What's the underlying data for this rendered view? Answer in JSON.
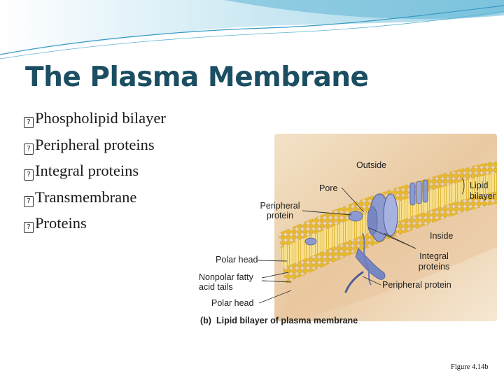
{
  "slide": {
    "title": "The Plasma Membrane",
    "bullets": [
      {
        "marker": "?",
        "text": "Phospholipid bilayer"
      },
      {
        "marker": "?",
        "text": "Peripheral proteins"
      },
      {
        "marker": "?",
        "text": "Integral proteins"
      },
      {
        "marker": "?",
        "text": "Transmembrane"
      },
      {
        "marker": "?",
        "text": "Proteins"
      }
    ],
    "figure_ref": "Figure 4.14b"
  },
  "figure": {
    "labels": {
      "outside": "Outside",
      "pore": "Pore",
      "lipid_bilayer_1": "Lipid",
      "lipid_bilayer_2": "bilayer",
      "peripheral_protein_1": "Peripheral",
      "peripheral_protein_2": "protein",
      "inside": "Inside",
      "polar_head_top": "Polar head",
      "integral_proteins_1": "Integral",
      "integral_proteins_2": "proteins",
      "nonpolar_1": "Nonpolar fatty",
      "nonpolar_2": "acid tails",
      "peripheral_protein_bottom": "Peripheral protein",
      "polar_head_bottom": "Polar head",
      "caption_prefix": "(b)",
      "caption": "Lipid bilayer of plasma membrane"
    },
    "colors": {
      "background": "#ecd2b0",
      "lipid_head": "#e6b92c",
      "protein": "#8c9ad0",
      "title": "#1b4e62"
    }
  }
}
